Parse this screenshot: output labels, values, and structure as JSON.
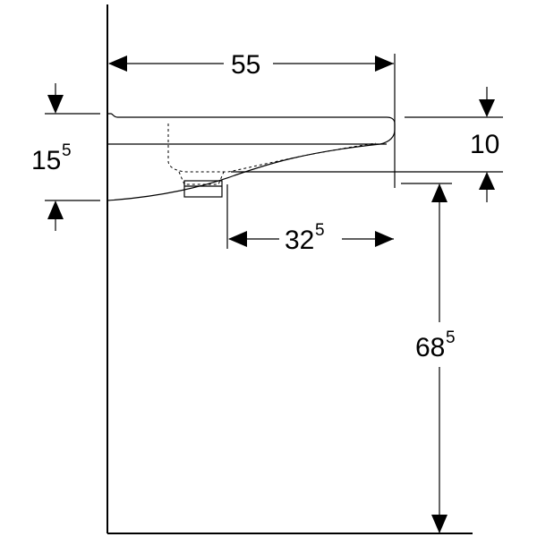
{
  "dimensions": {
    "basin_depth": {
      "value": "55",
      "superscript": ""
    },
    "rim_height": {
      "value": "15",
      "superscript": "5"
    },
    "front_thickness": {
      "value": "10",
      "superscript": ""
    },
    "trap_offset": {
      "value": "32",
      "superscript": "5"
    },
    "floor_height": {
      "value": "68",
      "superscript": "5"
    }
  },
  "colors": {
    "ink": "#000000",
    "background": "#ffffff"
  }
}
